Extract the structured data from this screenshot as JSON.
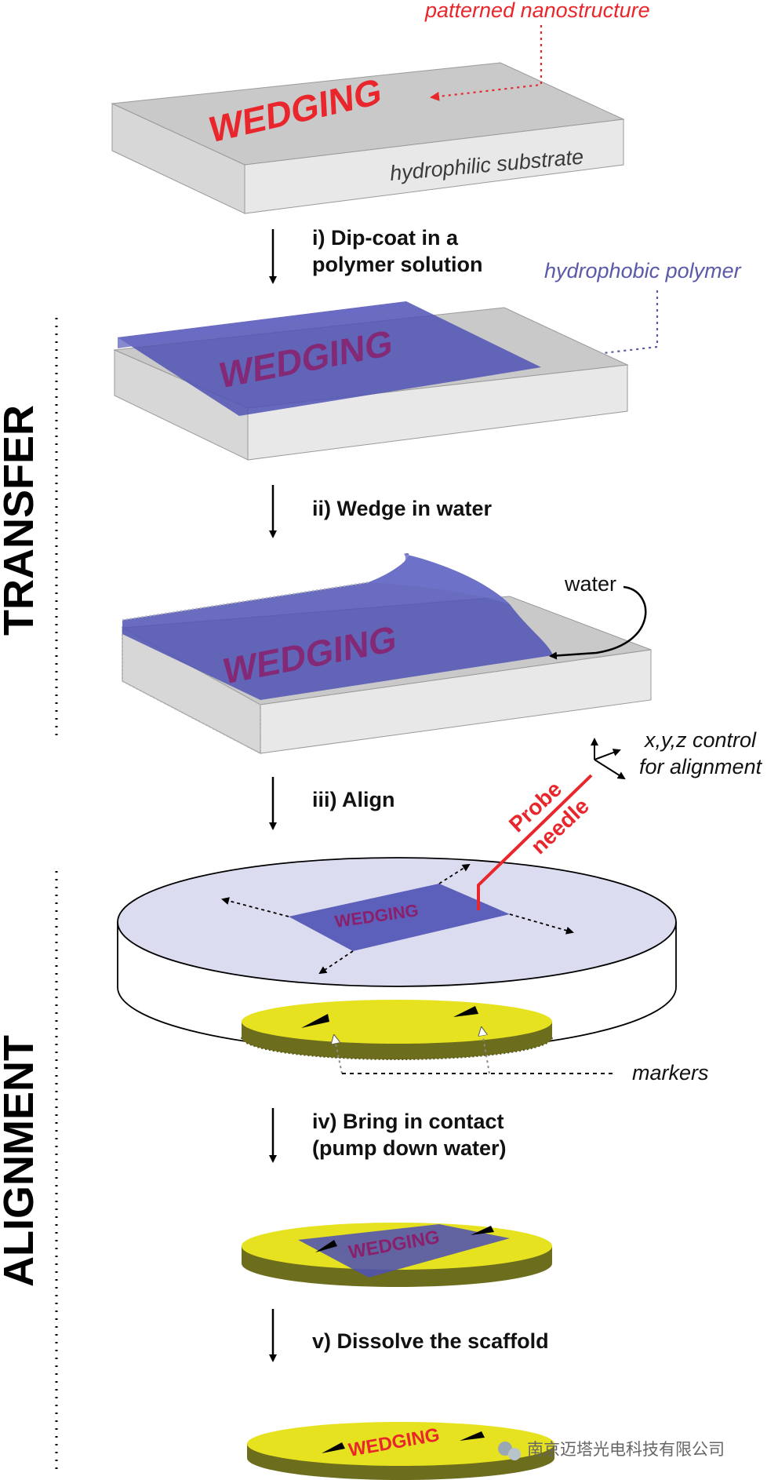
{
  "labels": {
    "patterned": "patterned nanostructure",
    "substrate": "hydrophilic substrate",
    "polymer": "hydrophobic polymer",
    "water": "water",
    "xyz_line1": "x,y,z control",
    "xyz_line2": "for alignment",
    "probe_line1": "Probe",
    "probe_line2": "needle",
    "markers": "markers",
    "wedging": "WEDGING"
  },
  "steps": {
    "s1_line1": "i) Dip-coat in a",
    "s1_line2": "polymer solution",
    "s2": "ii) Wedge in water",
    "s3": "iii) Align",
    "s4_line1": "iv) Bring in contact",
    "s4_line2": "(pump down water)",
    "s5": "v) Dissolve the scaffold"
  },
  "sections": {
    "transfer": "TRANSFER",
    "alignment": "ALIGNMENT"
  },
  "watermark": "南京迈塔光电科技有限公司",
  "colors": {
    "red": "#e8262b",
    "polymer_blue": "#4f52b4",
    "annotation_blue": "#5a5aa8",
    "yellow": "#e6e21f",
    "olive": "#6d6d1e",
    "substrate_top": "#c9c9c9",
    "substrate_side": "#e8e8e8",
    "dish": "#dcdcf0"
  }
}
